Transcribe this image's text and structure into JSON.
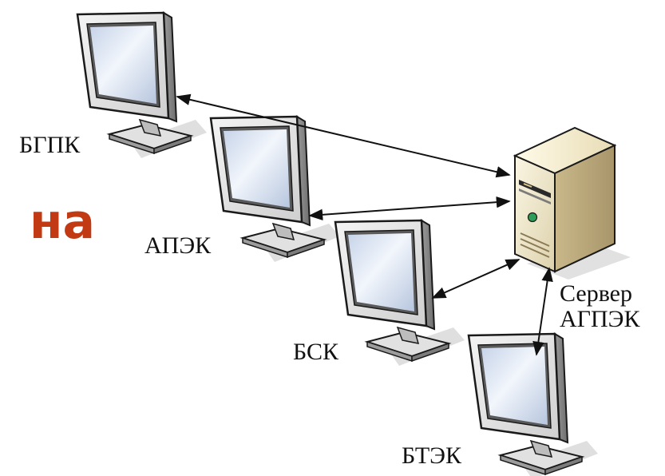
{
  "diagram": {
    "fragment_text": "на",
    "fragment_color": "#c23a14",
    "nodes": {
      "bgpk": "БГПК",
      "apek": "АПЭК",
      "bsk": "БСК",
      "btek": "БТЭК",
      "server_line1": "Сервер",
      "server_line2": "АГПЭК"
    },
    "edges": [
      {
        "from": "bgpk",
        "to": "server",
        "directed": "both"
      },
      {
        "from": "apek",
        "to": "server",
        "directed": "both"
      },
      {
        "from": "bsk",
        "to": "server",
        "directed": "both"
      },
      {
        "from": "btek",
        "to": "server",
        "directed": "both"
      }
    ],
    "icons": {
      "workstation": "monitor-icon",
      "server": "server-tower-icon"
    }
  }
}
